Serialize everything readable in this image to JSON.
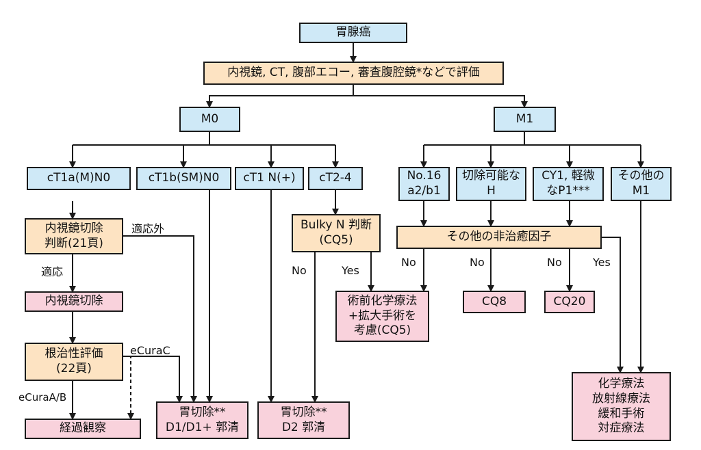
{
  "nodes": {
    "gastric_cancer": {
      "lines": [
        "胃腺癌"
      ],
      "color": "#cfe9f7"
    },
    "evaluation": {
      "lines": [
        "内視鏡, CT, 腹部エコー, 審査腹腔鏡*などで評価"
      ],
      "color": "#fde3c2"
    },
    "m0": {
      "lines": [
        "M0"
      ],
      "color": "#cfe9f7"
    },
    "m1": {
      "lines": [
        "M1"
      ],
      "color": "#cfe9f7"
    },
    "ct1a": {
      "lines": [
        "cT1a(M)N0"
      ]
    },
    "ct1b": {
      "lines": [
        "cT1b(SM)N0"
      ]
    },
    "ct1n": {
      "lines": [
        "cT1 N(+)"
      ]
    },
    "ct24": {
      "lines": [
        "cT2-4"
      ]
    },
    "no16": {
      "lines": [
        "No.16",
        "a2/b1"
      ]
    },
    "resectable_h": {
      "lines": [
        "切除可能な",
        "H"
      ]
    },
    "cy1": {
      "lines": [
        "CY1, 軽微",
        "なP1***"
      ]
    },
    "other_m1": {
      "lines": [
        "その他の",
        "M1"
      ]
    },
    "endo_judge": {
      "lines": [
        "内視鏡切除",
        "判断(21頁)"
      ]
    },
    "bulky": {
      "lines": [
        "Bulky N 判断",
        "(CQ5)"
      ]
    },
    "other_factor": {
      "lines": [
        "その他の非治癒因子"
      ]
    },
    "endo_resection": {
      "lines": [
        "内視鏡切除"
      ]
    },
    "neoadjuvant": {
      "lines": [
        "術前化学療法",
        "+拡大手術を",
        "考慮(CQ5)"
      ]
    },
    "cq8": {
      "lines": [
        "CQ8"
      ]
    },
    "cq20": {
      "lines": [
        "CQ20"
      ]
    },
    "curative_eval": {
      "lines": [
        "根治性評価",
        "(22頁)"
      ]
    },
    "followup": {
      "lines": [
        "経過観察"
      ]
    },
    "gastrectomy_d1": {
      "lines": [
        "胃切除**",
        "D1/D1+ 郭清"
      ]
    },
    "gastrectomy_d2": {
      "lines": [
        "胃切除**",
        "D2 郭清"
      ]
    },
    "chemo": {
      "lines": [
        "化学療法",
        "放射線療法",
        "緩和手術",
        "対症療法"
      ]
    }
  },
  "edge_labels": {
    "not_indicated": "適応外",
    "indicated": "適応",
    "ecura_c": "eCuraC",
    "ecura_ab": "eCuraA/B",
    "bulky_no": "No",
    "bulky_yes": "Yes",
    "factor_no_1": "No",
    "factor_no_2": "No",
    "factor_no_3": "No",
    "factor_yes": "Yes"
  },
  "colors": {
    "blue": "#cfe9f7",
    "orange": "#fde3c2",
    "pink": "#f9d2dc",
    "line": "#1a1a1a"
  }
}
